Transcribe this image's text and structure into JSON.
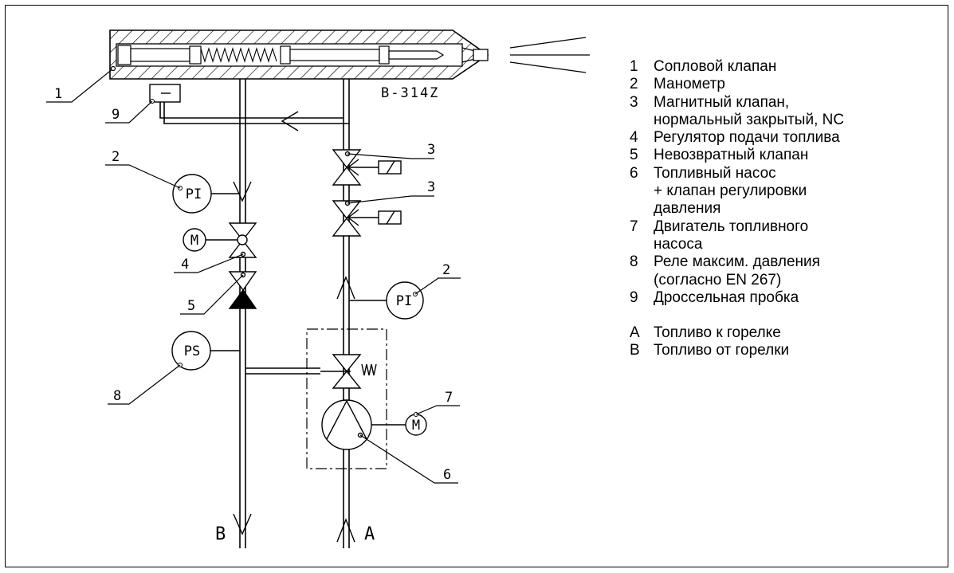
{
  "diagram": {
    "model_code": "B-314Z",
    "callouts": [
      "1",
      "2",
      "2",
      "3",
      "3",
      "4",
      "5",
      "6",
      "7",
      "8",
      "9"
    ],
    "instrument_pi": "PI",
    "instrument_ps": "PS",
    "motor_symbol": "M",
    "line_b": "B",
    "line_a": "A"
  },
  "legend": {
    "items": [
      {
        "key": "1",
        "lines": [
          "Сопловой клапан"
        ]
      },
      {
        "key": "2",
        "lines": [
          "Манометр"
        ]
      },
      {
        "key": "3",
        "lines": [
          "Магнитный клапан,",
          "нормальный закрытый, NC"
        ]
      },
      {
        "key": "4",
        "lines": [
          "Регулятор подачи топлива"
        ]
      },
      {
        "key": "5",
        "lines": [
          "Невозвратный клапан"
        ]
      },
      {
        "key": "6",
        "lines": [
          "Топливный насос",
          "+ клапан регулировки",
          "давления"
        ]
      },
      {
        "key": "7",
        "lines": [
          "Двигатель топливного",
          "насоса"
        ]
      },
      {
        "key": "8",
        "lines": [
          "Реле максим. давления",
          "(согласно EN 267)"
        ]
      },
      {
        "key": "9",
        "lines": [
          "Дроссельная пробка"
        ]
      }
    ],
    "flow_items": [
      {
        "key": "A",
        "lines": [
          "Топливо к горелке"
        ]
      },
      {
        "key": "B",
        "lines": [
          "Топливо от горелки"
        ]
      }
    ]
  }
}
